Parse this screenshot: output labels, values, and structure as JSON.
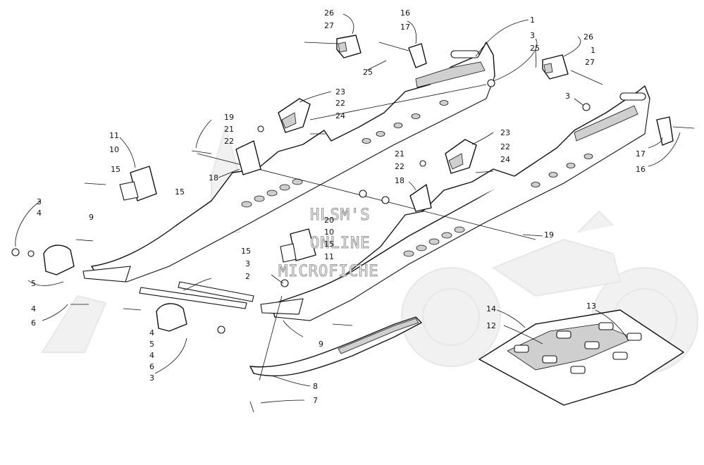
{
  "watermark": {
    "line1": "HLSM'S",
    "line2": "ONLINE",
    "line3": "MICROFICHE"
  },
  "callouts": [
    {
      "text": "26"
    },
    {
      "text": "27"
    },
    {
      "text": "16"
    },
    {
      "text": "17"
    },
    {
      "text": "1"
    },
    {
      "text": "3"
    },
    {
      "text": "25"
    },
    {
      "text": "26"
    },
    {
      "text": "1"
    },
    {
      "text": "25"
    },
    {
      "text": "27"
    },
    {
      "text": "3"
    },
    {
      "text": "23"
    },
    {
      "text": "22"
    },
    {
      "text": "24"
    },
    {
      "text": "19"
    },
    {
      "text": "21"
    },
    {
      "text": "22"
    },
    {
      "text": "18"
    },
    {
      "text": "11"
    },
    {
      "text": "10"
    },
    {
      "text": "15"
    },
    {
      "text": "15"
    },
    {
      "text": "23"
    },
    {
      "text": "22"
    },
    {
      "text": "24"
    },
    {
      "text": "21"
    },
    {
      "text": "22"
    },
    {
      "text": "18"
    },
    {
      "text": "17"
    },
    {
      "text": "16"
    },
    {
      "text": "3"
    },
    {
      "text": "4"
    },
    {
      "text": "9"
    },
    {
      "text": "20"
    },
    {
      "text": "10"
    },
    {
      "text": "15"
    },
    {
      "text": "15"
    },
    {
      "text": "11"
    },
    {
      "text": "19"
    },
    {
      "text": "5"
    },
    {
      "text": "3"
    },
    {
      "text": "2"
    },
    {
      "text": "4"
    },
    {
      "text": "6"
    },
    {
      "text": "4"
    },
    {
      "text": "5"
    },
    {
      "text": "4"
    },
    {
      "text": "6"
    },
    {
      "text": "3"
    },
    {
      "text": "9"
    },
    {
      "text": "14"
    },
    {
      "text": "12"
    },
    {
      "text": "13"
    },
    {
      "text": "8"
    },
    {
      "text": "7"
    }
  ]
}
